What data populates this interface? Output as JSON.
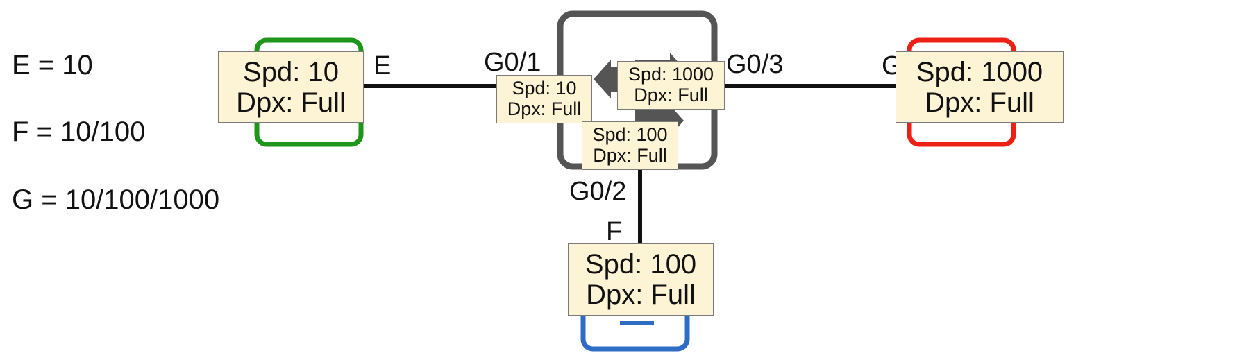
{
  "legend": [
    {
      "text": "E = 10"
    },
    {
      "text": "F = 10/100"
    },
    {
      "text": "G = 10/100/1000"
    }
  ],
  "colors": {
    "left_device": "#1e9619",
    "right_device": "#ee2016",
    "bottom_device": "#2f6dc4",
    "switch": "#555555",
    "label_fill": "#fdf4d6",
    "link": "#111111"
  },
  "ports": {
    "left_device": "E",
    "right_device": "G",
    "bottom_device": "F",
    "switch_left": "G0/1",
    "switch_right": "G0/3",
    "switch_bottom": "G0/2"
  },
  "devices": {
    "left": {
      "speed": "Spd: 10",
      "duplex": "Dpx: Full"
    },
    "right": {
      "speed": "Spd: 1000",
      "duplex": "Dpx: Full"
    },
    "bottom": {
      "speed": "Spd: 100",
      "duplex": "Dpx: Full"
    }
  },
  "switch_ports": {
    "g0_1": {
      "speed": "Spd: 10",
      "duplex": "Dpx: Full"
    },
    "g0_3": {
      "speed": "Spd: 1000",
      "duplex": "Dpx: Full"
    },
    "g0_2": {
      "speed": "Spd: 100",
      "duplex": "Dpx: Full"
    }
  }
}
